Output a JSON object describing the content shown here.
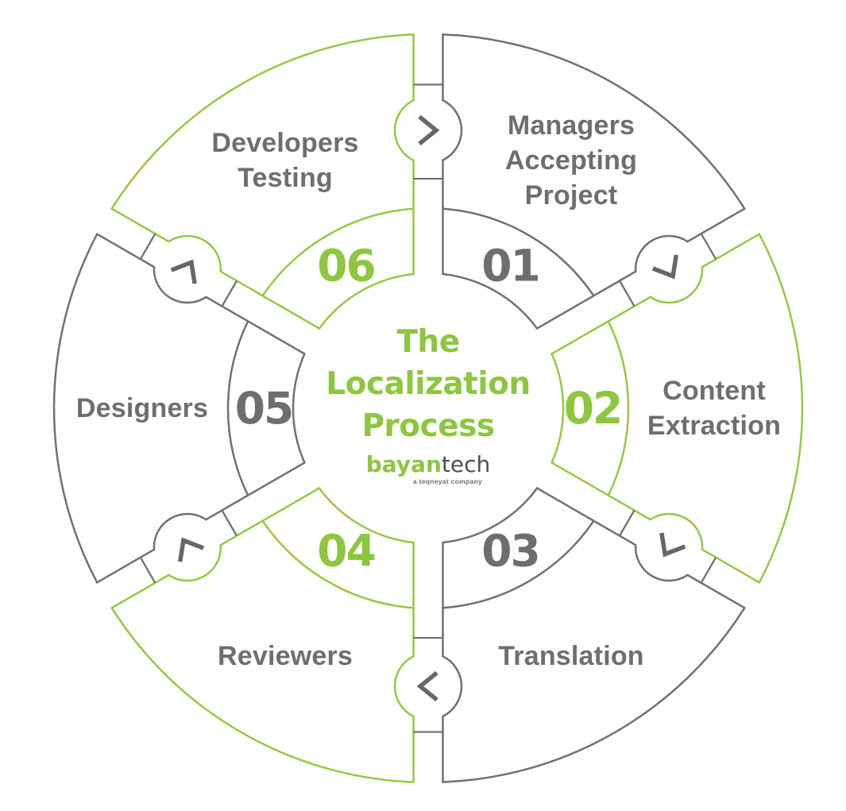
{
  "colors": {
    "green": "#8DC63F",
    "gray": "#6D6E71",
    "stroke_green": "#96C93F",
    "stroke_gray": "#707174",
    "rung": "#707174",
    "chevron": "#66676A",
    "background": "#FFFFFF"
  },
  "center": {
    "title_lines": [
      "The",
      "Localization",
      "Process"
    ],
    "logo": {
      "part1": "bayan",
      "part2": "tech",
      "tagline": "a teqneyat company"
    }
  },
  "segments": [
    {
      "number": "01",
      "label_lines": [
        "Managers",
        "Accepting",
        "Project"
      ],
      "color": "gray"
    },
    {
      "number": "02",
      "label_lines": [
        "Content",
        "Extraction"
      ],
      "color": "green"
    },
    {
      "number": "03",
      "label_lines": [
        "Translation"
      ],
      "color": "gray"
    },
    {
      "number": "04",
      "label_lines": [
        "Reviewers"
      ],
      "color": "green"
    },
    {
      "number": "05",
      "label_lines": [
        "Designers"
      ],
      "color": "gray"
    },
    {
      "number": "06",
      "label_lines": [
        "Developers",
        "Testing"
      ],
      "color": "green"
    }
  ],
  "connectors": [
    {
      "name": "06-01"
    },
    {
      "name": "01-02"
    },
    {
      "name": "02-03"
    },
    {
      "name": "03-04"
    },
    {
      "name": "04-05"
    },
    {
      "name": "05-06"
    }
  ]
}
